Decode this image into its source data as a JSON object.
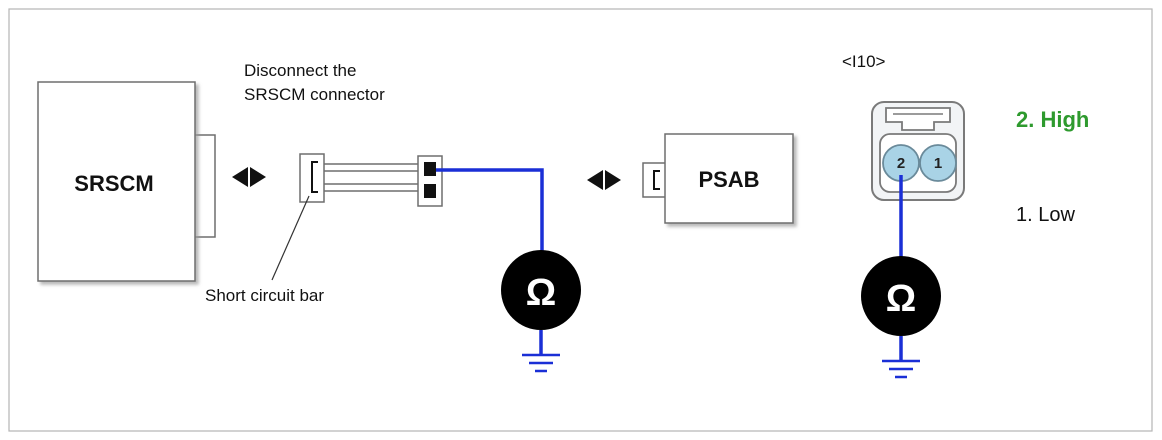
{
  "diagram": {
    "srscm_label": "SRSCM",
    "psab_label": "PSAB",
    "disconnect_note_line1": "Disconnect the",
    "disconnect_note_line2": "SRSCM connector",
    "short_bar_label": "Short circuit bar",
    "connector_id": "<I10>",
    "pin_high_label": "2. High",
    "pin_low_label": "1. Low",
    "pin2_number": "2",
    "pin1_number": "1",
    "ohm_symbol": "Ω",
    "colors": {
      "wire": "#1a2fd6",
      "high_text": "#2e9a2e",
      "pin_fill": "#a9d3e6",
      "connector_fill": "#f2f4f6",
      "meter_fill": "#000000"
    },
    "icons": [
      "double-arrow-icon",
      "ohmmeter-icon",
      "ground-icon"
    ]
  }
}
